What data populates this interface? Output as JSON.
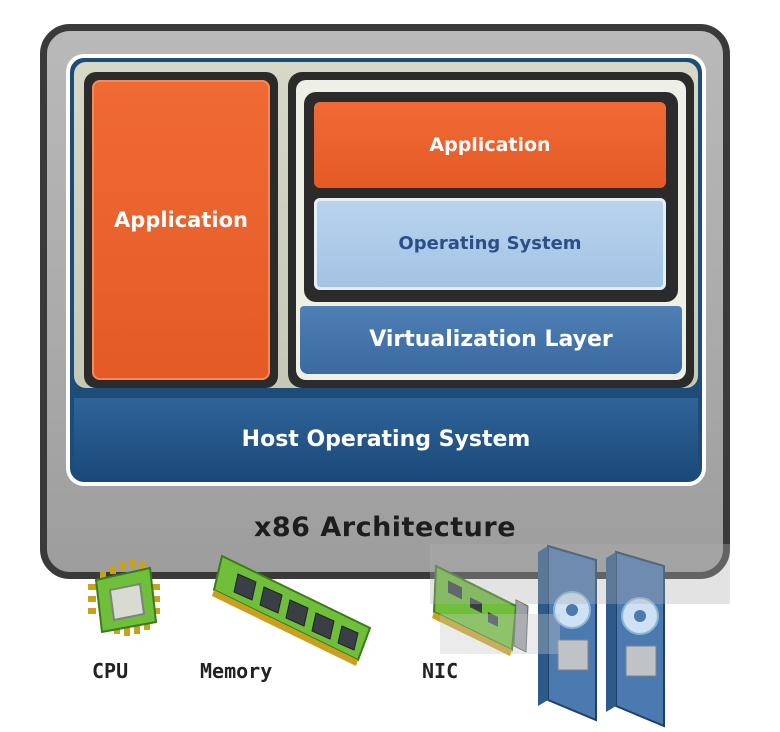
{
  "diagram": {
    "architecture_label": "x86 Architecture",
    "host_os_label": "Host Operating System",
    "left_application_label": "Application",
    "virtualization_layer_label": "Virtualization Layer",
    "guest_application_label": "Application",
    "guest_os_label": "Operating System"
  },
  "hardware": {
    "cpu_label": "CPU",
    "memory_label": "Memory",
    "nic_label": "NIC"
  },
  "colors": {
    "application_orange": "#e8602b",
    "host_os_blue": "#1e4c78",
    "virtualization_blue": "#3f6fa6",
    "guest_os_light_blue": "#a9c8e9",
    "frame_gray": "#aaaaaa",
    "pcb_green": "#6fbf3a"
  },
  "icons": [
    "cpu-chip-icon",
    "memory-module-icon",
    "nic-card-icon",
    "hard-disk-icon"
  ]
}
